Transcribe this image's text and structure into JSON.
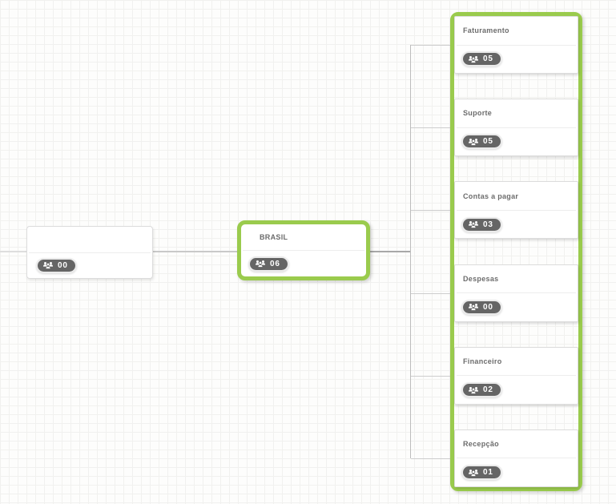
{
  "diagram": {
    "type": "org-chart",
    "nodes": {
      "root": {
        "title": "",
        "count": "00"
      },
      "brasil": {
        "title": "BRASIL",
        "count": "06"
      },
      "departments": [
        {
          "title": "Faturamento",
          "count": "05"
        },
        {
          "title": "Suporte",
          "count": "05"
        },
        {
          "title": "Contas a pagar",
          "count": "03"
        },
        {
          "title": "Despesas",
          "count": "00"
        },
        {
          "title": "Financeiro",
          "count": "02"
        },
        {
          "title": "Recepção",
          "count": "01"
        }
      ]
    },
    "icons": {
      "badge_icon": "group-icon (three people)"
    },
    "colors": {
      "accent_green": "#9acb4d",
      "badge_background": "#656565",
      "badge_text": "#ffffff",
      "node_border": "#dcdcdc",
      "title_text": "#6c6c6c",
      "connector_gray": "#bdbdbd",
      "canvas_background": "#fdfdfc",
      "grid_line": "#f1f1ef"
    }
  }
}
